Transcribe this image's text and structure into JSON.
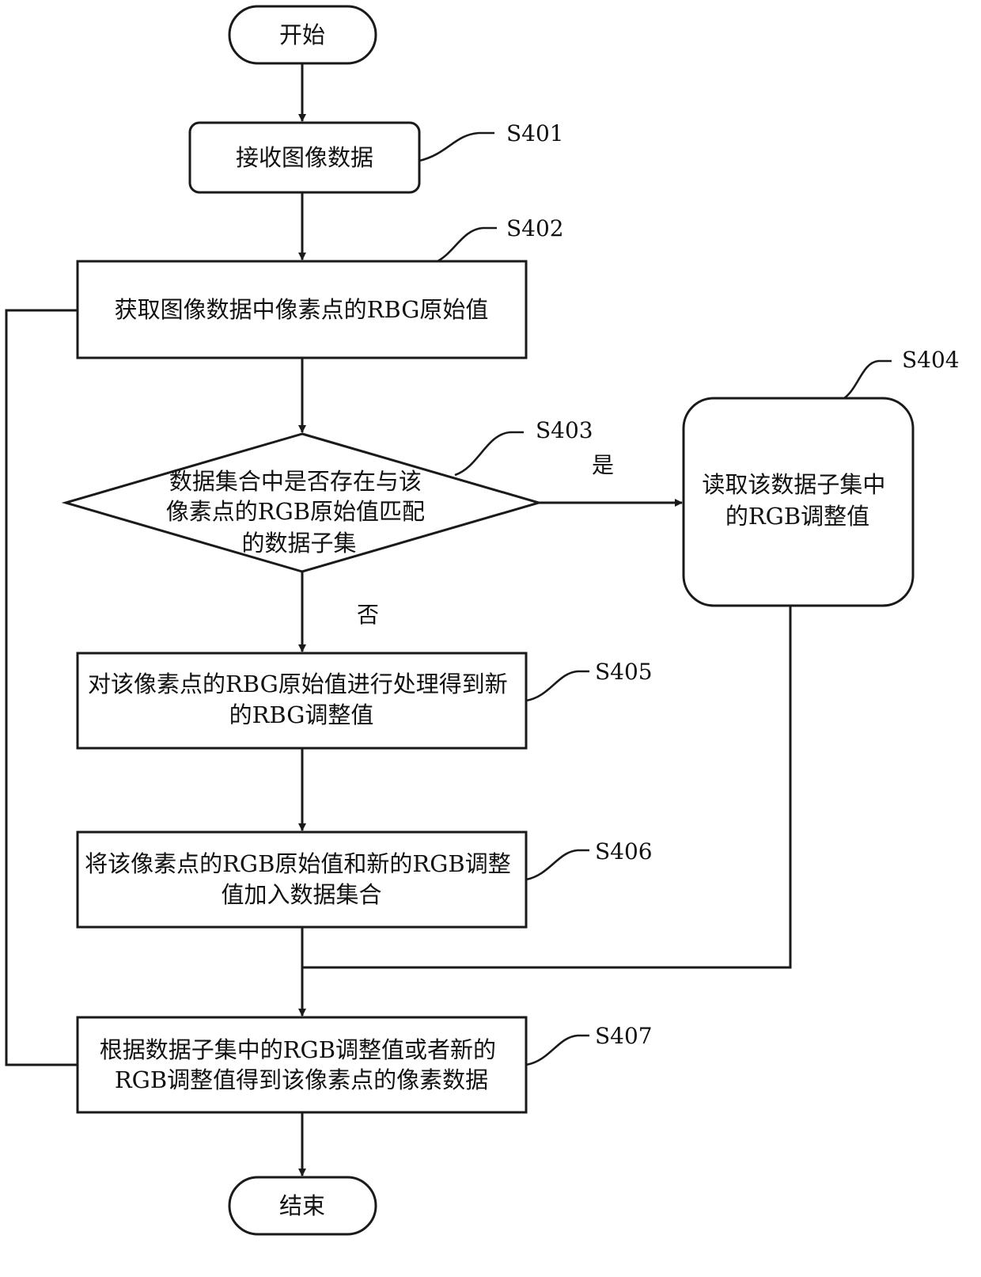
{
  "nodes": {
    "start": {
      "lines": [
        "开始"
      ]
    },
    "s401": {
      "lines": [
        "接收图像数据"
      ]
    },
    "s402": {
      "lines": [
        "获取图像数据中像素点的RBG原始值"
      ]
    },
    "s403": {
      "lines": [
        "数据集合中是否存在与该",
        "像素点的RGB原始值匹配",
        "的数据子集"
      ]
    },
    "s404": {
      "lines": [
        "读取该数据子集中",
        "的RGB调整值"
      ]
    },
    "s405": {
      "lines": [
        "对该像素点的RBG原始值进行处理得到新",
        "的RBG调整值"
      ]
    },
    "s406": {
      "lines": [
        "将该像素点的RGB原始值和新的RGB调整",
        "值加入数据集合"
      ]
    },
    "s407": {
      "lines": [
        "根据数据子集中的RGB调整值或者新的",
        "RGB调整值得到该像素点的像素数据"
      ]
    },
    "end": {
      "lines": [
        "结束"
      ]
    }
  },
  "step_labels": {
    "s401": "S401",
    "s402": "S402",
    "s403": "S403",
    "s404": "S404",
    "s405": "S405",
    "s406": "S406",
    "s407": "S407"
  },
  "branches": {
    "yes": "是",
    "no": "否"
  }
}
